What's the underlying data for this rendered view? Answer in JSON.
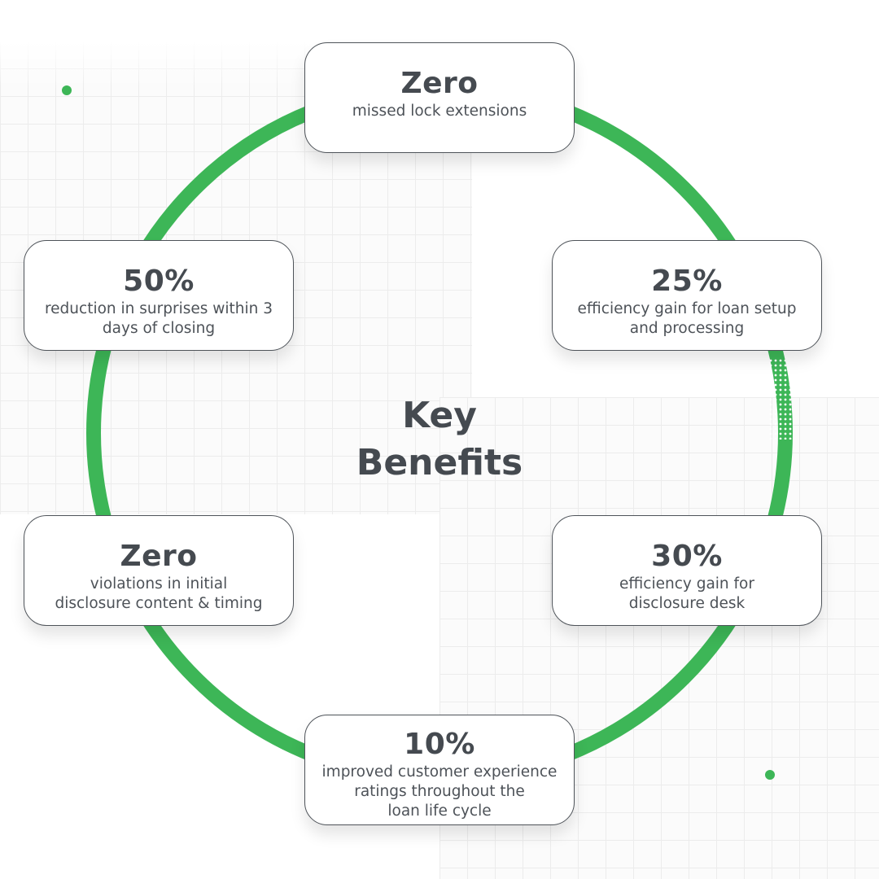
{
  "title": "Key\nBenefits",
  "colors": {
    "accent": "#3db657",
    "text": "#454a50",
    "card_border": "#4e5359",
    "background": "#ffffff"
  },
  "benefits": [
    {
      "value": "Zero",
      "description": "missed lock extensions"
    },
    {
      "value": "25%",
      "description": "efficiency gain for loan setup\nand processing"
    },
    {
      "value": "30%",
      "description": "efficiency gain for\ndisclosure desk"
    },
    {
      "value": "10%",
      "description": "improved customer experience\nratings throughout the\nloan life cycle"
    },
    {
      "value": "Zero",
      "description": "violations in initial\ndisclosure content & timing"
    },
    {
      "value": "50%",
      "description": "reduction in surprises within 3\ndays of closing"
    }
  ]
}
